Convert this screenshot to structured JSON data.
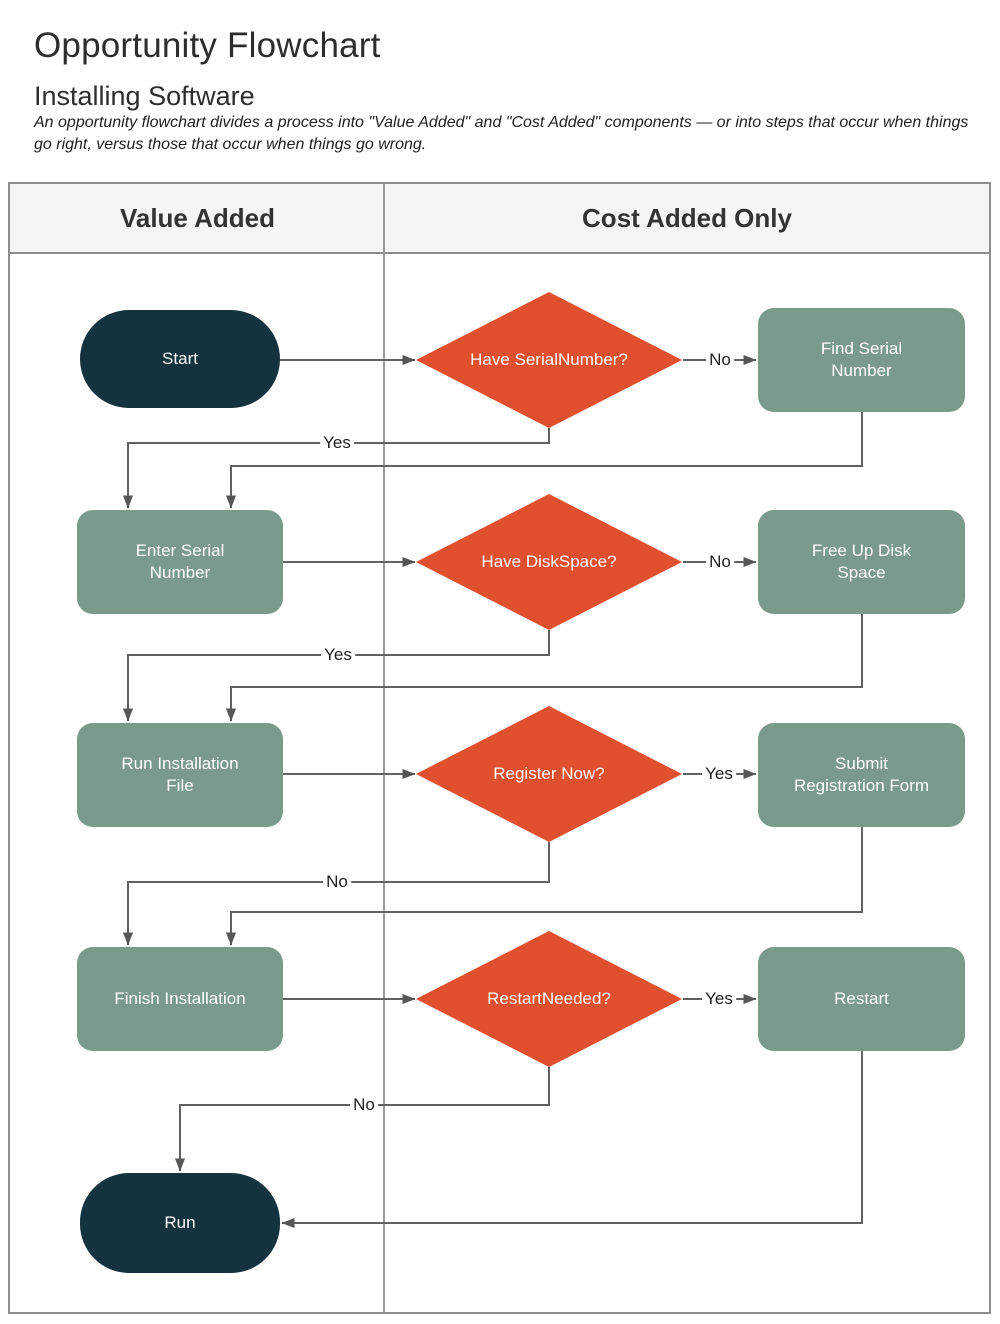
{
  "page": {
    "title": "Opportunity Flowchart",
    "subtitle": "Installing Software",
    "description": "An opportunity flowchart divides a process into \"Value Added\" and \"Cost Added\" components — or into steps that occur when things go right, versus those that occur when things go wrong."
  },
  "table": {
    "columns": [
      {
        "label": "Value Added"
      },
      {
        "label": "Cost Added Only"
      }
    ]
  },
  "colors": {
    "decision_fill": "#E0502F",
    "process_fill": "#7A9A8B",
    "terminator_fill": "#15333E",
    "connector": "#616161",
    "table_border": "#8E8E8E",
    "header_bg": "#F5F5F5"
  },
  "nodes": [
    {
      "id": "start",
      "type": "terminator",
      "lane": "Value Added",
      "label": "Start",
      "lines": [
        "Start"
      ]
    },
    {
      "id": "have-serial-number",
      "type": "decision",
      "lane": "Cost Added Only",
      "label": "Have Serial Number?",
      "lines": [
        "Have Serial",
        "Number?"
      ]
    },
    {
      "id": "find-serial-number",
      "type": "process",
      "lane": "Cost Added Only",
      "label": "Find Serial Number",
      "lines": [
        "Find Serial",
        "Number"
      ]
    },
    {
      "id": "enter-serial-number",
      "type": "process",
      "lane": "Value Added",
      "label": "Enter Serial Number",
      "lines": [
        "Enter Serial",
        "Number"
      ]
    },
    {
      "id": "have-disk-space",
      "type": "decision",
      "lane": "Cost Added Only",
      "label": "Have Disk Space?",
      "lines": [
        "Have Disk",
        "Space?"
      ]
    },
    {
      "id": "free-up-disk-space",
      "type": "process",
      "lane": "Cost Added Only",
      "label": "Free Up Disk Space",
      "lines": [
        "Free Up Disk",
        "Space"
      ]
    },
    {
      "id": "run-installation-file",
      "type": "process",
      "lane": "Value Added",
      "label": "Run Installation File",
      "lines": [
        "Run Installation",
        "File"
      ]
    },
    {
      "id": "register-now",
      "type": "decision",
      "lane": "Cost Added Only",
      "label": "Register Now?",
      "lines": [
        "Register Now?"
      ]
    },
    {
      "id": "submit-registration-form",
      "type": "process",
      "lane": "Cost Added Only",
      "label": "Submit Registration Form",
      "lines": [
        "Submit",
        "Registration Form"
      ]
    },
    {
      "id": "finish-installation",
      "type": "process",
      "lane": "Value Added",
      "label": "Finish Installation",
      "lines": [
        "Finish Installation"
      ]
    },
    {
      "id": "restart-needed",
      "type": "decision",
      "lane": "Cost Added Only",
      "label": "Restart Needed?",
      "lines": [
        "Restart",
        "Needed?"
      ]
    },
    {
      "id": "restart",
      "type": "process",
      "lane": "Cost Added Only",
      "label": "Restart",
      "lines": [
        "Restart"
      ]
    },
    {
      "id": "run",
      "type": "terminator",
      "lane": "Value Added",
      "label": "Run",
      "lines": [
        "Run"
      ]
    }
  ],
  "edges": [
    {
      "from": "start",
      "to": "have-serial-number",
      "label": ""
    },
    {
      "from": "have-serial-number",
      "to": "find-serial-number",
      "label": "No"
    },
    {
      "from": "have-serial-number",
      "to": "enter-serial-number",
      "label": "Yes"
    },
    {
      "from": "find-serial-number",
      "to": "enter-serial-number",
      "label": ""
    },
    {
      "from": "enter-serial-number",
      "to": "have-disk-space",
      "label": ""
    },
    {
      "from": "have-disk-space",
      "to": "free-up-disk-space",
      "label": "No"
    },
    {
      "from": "have-disk-space",
      "to": "run-installation-file",
      "label": "Yes"
    },
    {
      "from": "free-up-disk-space",
      "to": "run-installation-file",
      "label": ""
    },
    {
      "from": "run-installation-file",
      "to": "register-now",
      "label": ""
    },
    {
      "from": "register-now",
      "to": "submit-registration-form",
      "label": "Yes"
    },
    {
      "from": "register-now",
      "to": "finish-installation",
      "label": "No"
    },
    {
      "from": "submit-registration-form",
      "to": "finish-installation",
      "label": ""
    },
    {
      "from": "finish-installation",
      "to": "restart-needed",
      "label": ""
    },
    {
      "from": "restart-needed",
      "to": "restart",
      "label": "Yes"
    },
    {
      "from": "restart-needed",
      "to": "run",
      "label": "No"
    },
    {
      "from": "restart",
      "to": "run",
      "label": ""
    }
  ]
}
